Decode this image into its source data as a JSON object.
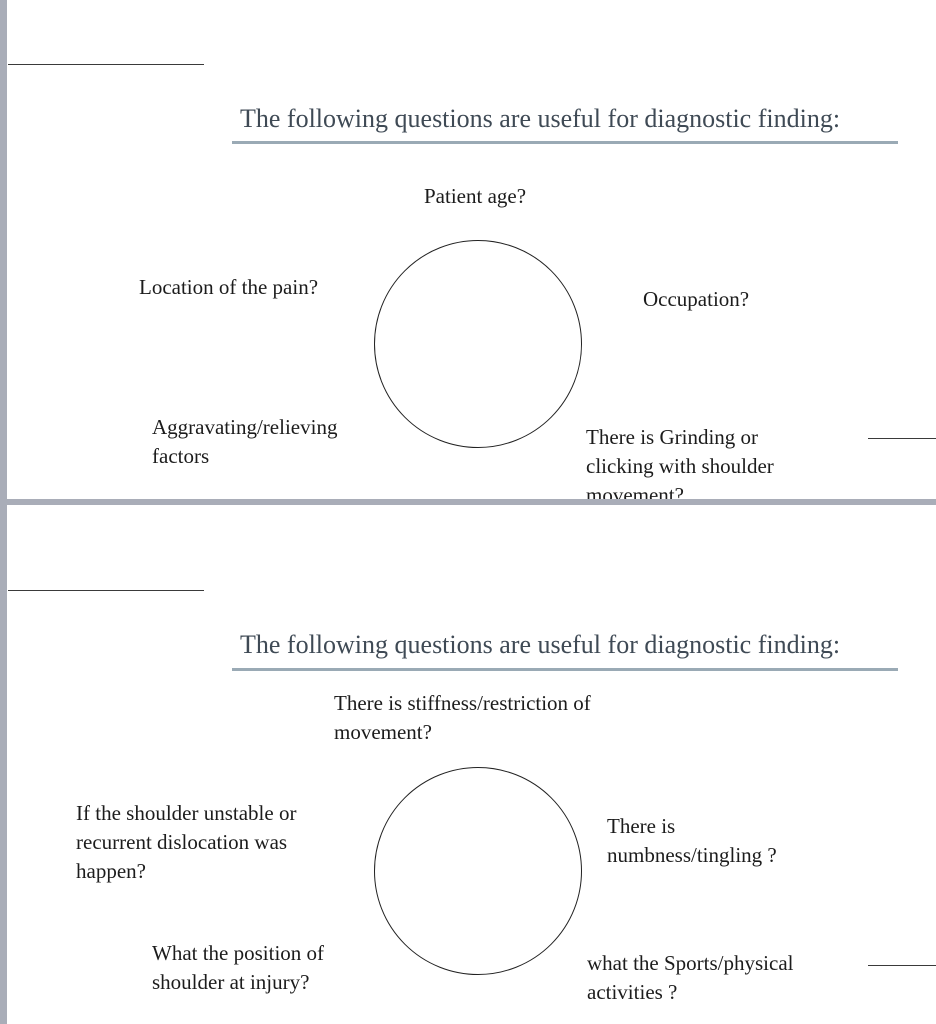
{
  "slides": [
    {
      "heading": "The following questions are useful for diagnostic finding:",
      "questions": {
        "top": "Patient age?",
        "left_upper": "Location of the pain?",
        "right_upper": "Occupation?",
        "left_lower": "Aggravating/relieving factors",
        "right_lower": "There is Grinding or clicking with shoulder movement?"
      }
    },
    {
      "heading": "The following questions are useful for diagnostic finding:",
      "questions": {
        "top": "There is stiffness/restriction of movement?",
        "left_upper": "If the shoulder unstable or recurrent dislocation was happen?",
        "right_upper": "There is numbness/tingling ?",
        "left_lower": "What the position of shoulder at injury?",
        "right_lower": "what the Sports/physical activities ?"
      }
    }
  ]
}
